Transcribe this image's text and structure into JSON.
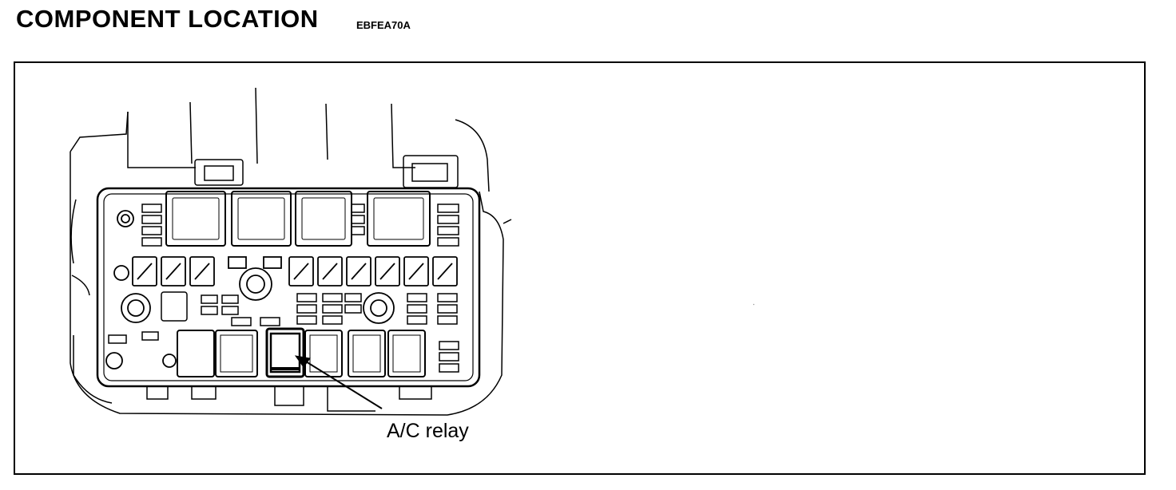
{
  "header": {
    "title": "COMPONENT LOCATION",
    "code": "EBFEA70A"
  },
  "diagram": {
    "callout_label": "A/C relay"
  }
}
